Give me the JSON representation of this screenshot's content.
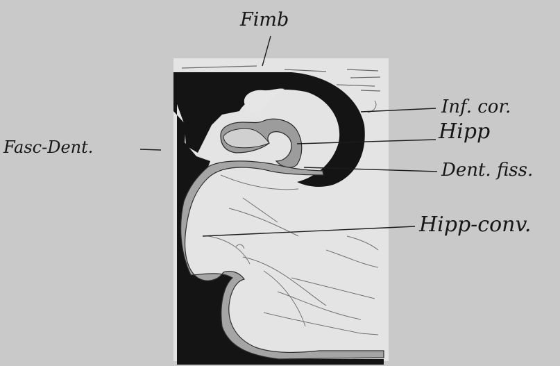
{
  "figure": {
    "labels": {
      "fimb": "Fimb",
      "fasc_dent": "Fasc-Dent.",
      "inf_cor": "Inf. cor.",
      "hipp": "Hipp",
      "dent_fiss": "Dent. fiss.",
      "hipp_conv": "Hipp-conv."
    },
    "colors": {
      "background": "#c9c9c9",
      "panel": "#e4e4e4",
      "dark_tissue": "#141414",
      "gray_tissue": "#9a9a9a",
      "ink": "#161616"
    }
  }
}
